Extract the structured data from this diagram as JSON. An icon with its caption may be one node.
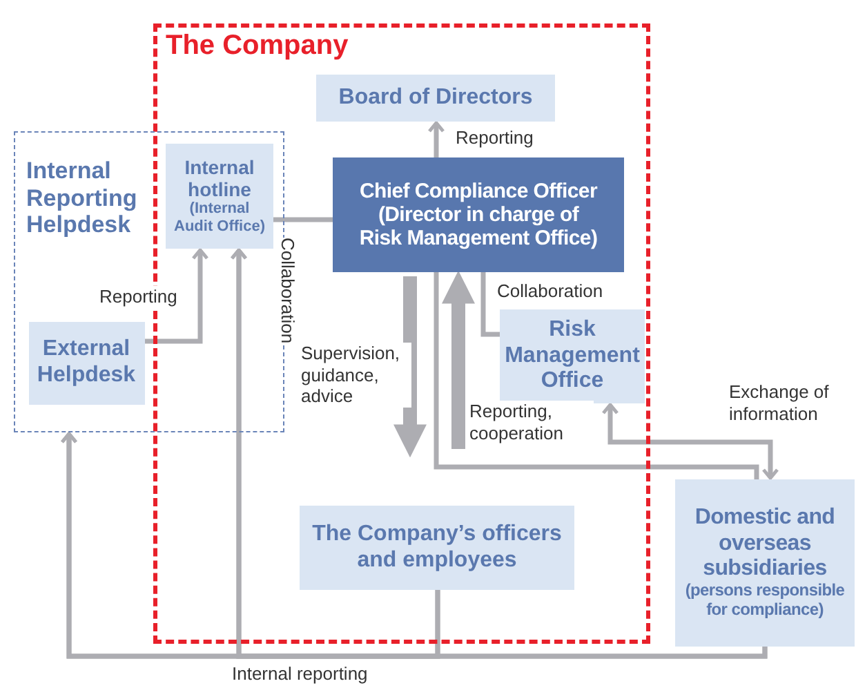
{
  "diagram": {
    "nodes": [
      {
        "text": [
          "The Company"
        ]
      },
      {
        "text": [
          "Internal Reporting Helpdesk"
        ]
      },
      {
        "text": [
          "Board of Directors"
        ],
        "in": 0
      },
      {
        "text": [
          "Internal hotline",
          "(Internal Audit Office)"
        ]
      },
      {
        "text": [
          "Chief Compliance Officer (Director in charge of Risk Management Office)"
        ],
        "in": 0
      },
      {
        "text": [
          "External Helpdesk"
        ],
        "in": 1
      },
      {
        "text": [
          "Risk Management Office"
        ],
        "in": 0
      },
      {
        "text": [
          "The Company’s officers and employees"
        ],
        "in": 0
      },
      {
        "text": [
          "Domestic and overseas subsidiaries",
          "(persons responsible for compliance)"
        ]
      }
    ],
    "edges": [
      {
        "from": 4,
        "to": 2,
        "arrow": "to",
        "label": "Reporting"
      },
      {
        "from": 3,
        "to": 4,
        "arrow": "none",
        "label": "Collaboration"
      },
      {
        "from": 5,
        "to": 3,
        "arrow": "to",
        "label": "Reporting"
      },
      {
        "from": 4,
        "to": 7,
        "arrow": "to",
        "label": "Supervision, guidance, advice",
        "style": "thick"
      },
      {
        "from": 7,
        "to": 4,
        "arrow": "to",
        "label": "Reporting, cooperation",
        "style": "thick"
      },
      {
        "from": 4,
        "to": 6,
        "arrow": "none",
        "label": "Collaboration"
      },
      {
        "from": 6,
        "to": 8,
        "arrow": "both",
        "label": "Exchange of information"
      },
      {
        "from": 8,
        "to": 4,
        "arrow": "none"
      },
      {
        "from": 7,
        "to": 1,
        "arrow": "to",
        "label": "Internal reporting"
      },
      {
        "from": 7,
        "to": 3,
        "arrow": "to"
      },
      {
        "from": 8,
        "to": 1,
        "arrow": "to"
      },
      {
        "from": 8,
        "to": 3,
        "arrow": "to"
      }
    ]
  }
}
